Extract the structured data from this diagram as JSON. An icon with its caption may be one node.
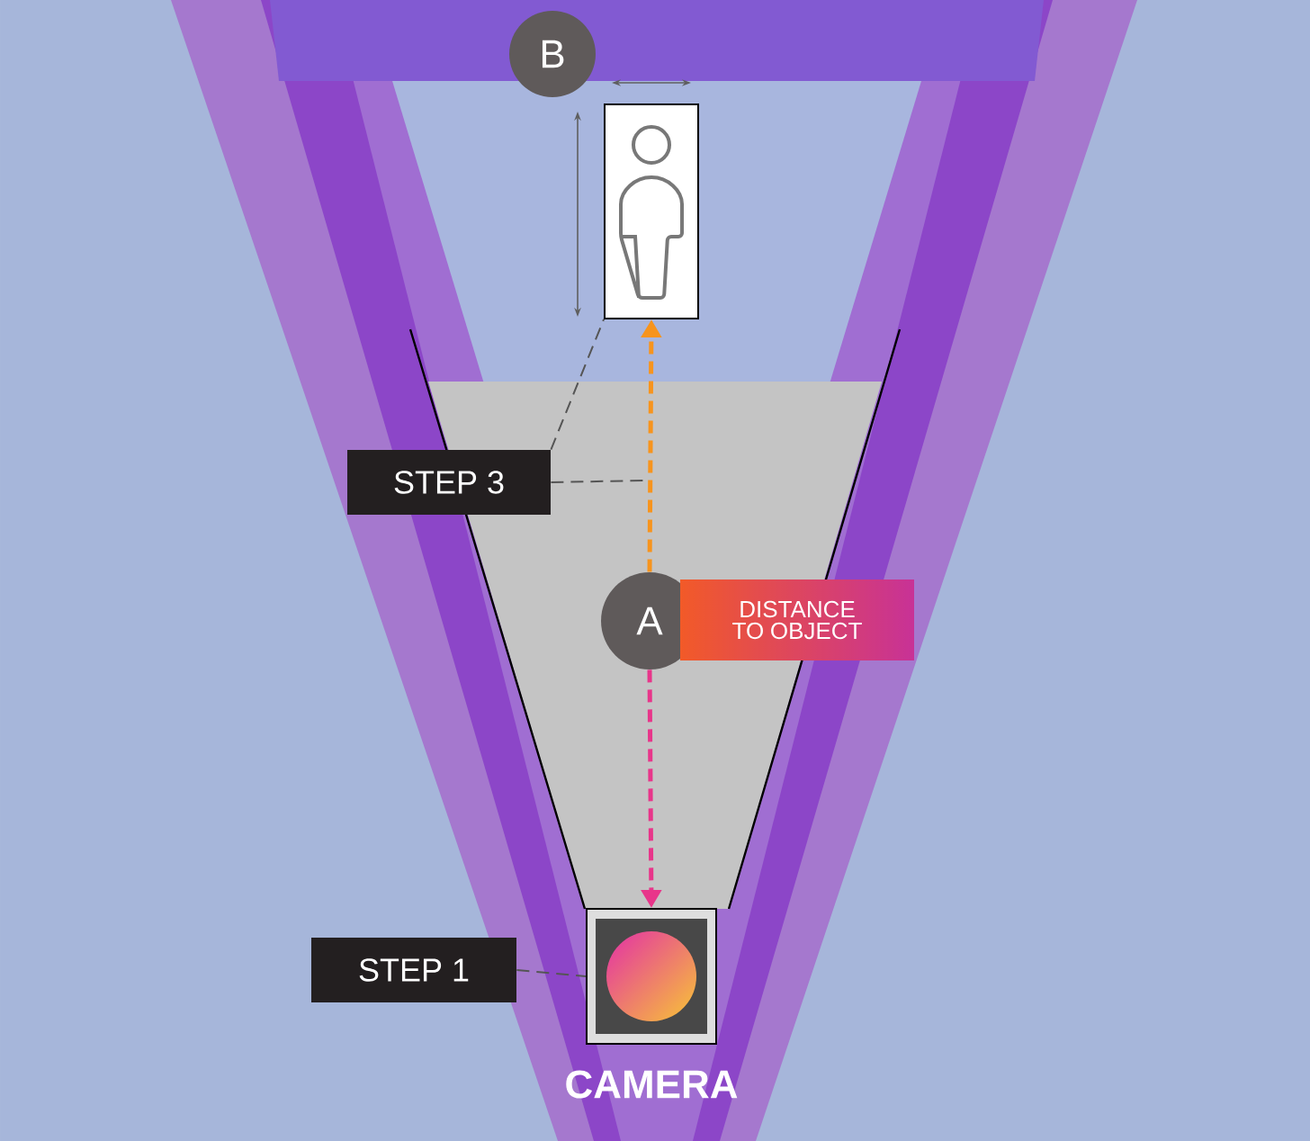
{
  "diagram": {
    "nodes": [
      {
        "text": [
          "B"
        ]
      },
      {
        "text": [],
        "shape": "person"
      },
      {
        "text": [
          "STEP 3"
        ]
      },
      {
        "text": [
          "A"
        ]
      },
      {
        "text": [
          "DISTANCE TO OBJECT"
        ]
      },
      {
        "text": [],
        "shape": "box",
        "beside": [
          "CAMERA"
        ]
      },
      {
        "text": [
          "STEP 1"
        ]
      }
    ],
    "edges": [
      {
        "from": 3,
        "to": 1,
        "arrow": "to",
        "style": "dashed",
        "color": "#f7941d"
      },
      {
        "from": 3,
        "to": 5,
        "arrow": "to",
        "style": "dashed",
        "color": "#e8358a"
      },
      {
        "from": 2,
        "to": 1,
        "arrow": "none",
        "style": "dashed"
      },
      {
        "from": 2,
        "to": null,
        "arrow": "none",
        "style": "dashed"
      },
      {
        "from": 6,
        "to": 5,
        "arrow": "none",
        "style": "dashed"
      }
    ]
  }
}
